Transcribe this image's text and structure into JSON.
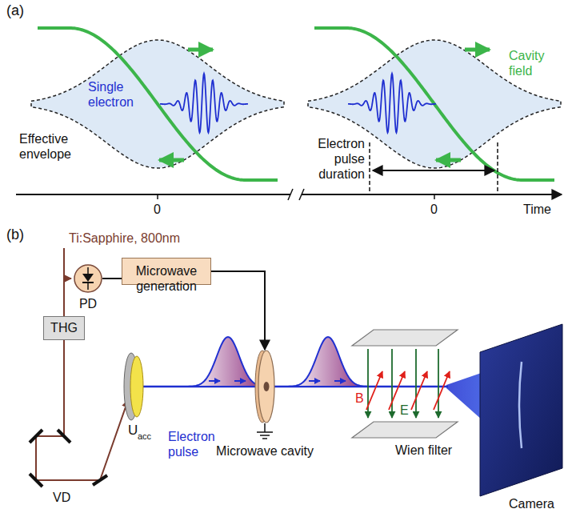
{
  "diagram": {
    "nodes": [
      {
        "text": [
          "PD"
        ]
      },
      {
        "text": [
          "Microwave generation"
        ]
      },
      {
        "text": [
          "THG"
        ]
      },
      {
        "text": [
          "Microwave cavity"
        ]
      }
    ],
    "edges": [
      {
        "from": 0,
        "to": 1,
        "arrow": "none"
      },
      {
        "from": 1,
        "to": 3,
        "arrow": "to"
      }
    ],
    "labels": [
      "(a)",
      "Cavity field",
      "Single electron",
      "Effective envelope",
      "Electron pulse duration",
      "0",
      "0",
      "Time",
      "(b)",
      "Ti:Sapphire, 800nm",
      "VD",
      "U",
      "acc",
      "Electron pulse",
      "B",
      "E",
      "Wien filter",
      "Camera"
    ]
  }
}
